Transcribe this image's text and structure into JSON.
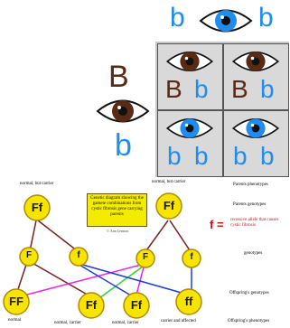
{
  "eye_genetics": {
    "parent_top": {
      "allele_1": "b",
      "allele_2": "b"
    },
    "parent_left": {
      "allele_1": "B",
      "allele_2": "b"
    },
    "cells": [
      {
        "allele_1": "B",
        "allele_2": "b"
      },
      {
        "allele_1": "B",
        "allele_2": "b"
      },
      {
        "allele_1": "b",
        "allele_2": "b"
      },
      {
        "allele_1": "b",
        "allele_2": "b"
      }
    ],
    "colors": {
      "brown": "#5a2a14",
      "blue": "#1f8cf0"
    }
  },
  "cf_diagram": {
    "parent_labels": [
      "normal, but carrier",
      "normal, but carrier"
    ],
    "parents": [
      "Ff",
      "Ff"
    ],
    "gametes": [
      "F",
      "f",
      "F",
      "f"
    ],
    "offspring": [
      "FF",
      "Ff",
      "Ff",
      "ff"
    ],
    "offspring_labels": [
      "normal",
      "normal, carrier",
      "normal, carrier",
      "carrier and affected"
    ],
    "note": "Genetic diagram showing the gamete combinations from cystic fibrosis gene carrying parents",
    "credit": "© Ann Lennon",
    "f_legend_symbol": "f =",
    "f_legend_text": "recessive allele that causes cystic fibrosis",
    "row_labels": {
      "parents_phenotypes": "Parents phenotypes",
      "parents_genotypes": "Parents genotypes",
      "genotypes": "genotypes",
      "offspring_genotypes": "Offspring's genotypes",
      "offspring_phenotypes": "Offspring's phenotypes"
    },
    "colors": {
      "circle": "#f7e400",
      "circle_border": "#b08a00",
      "line_brown": "#7a1e1e",
      "line_blue": "#1a3fd8",
      "line_green": "#2fd12f",
      "line_magenta": "#ee22ee",
      "legend_red": "#cc1010"
    }
  }
}
